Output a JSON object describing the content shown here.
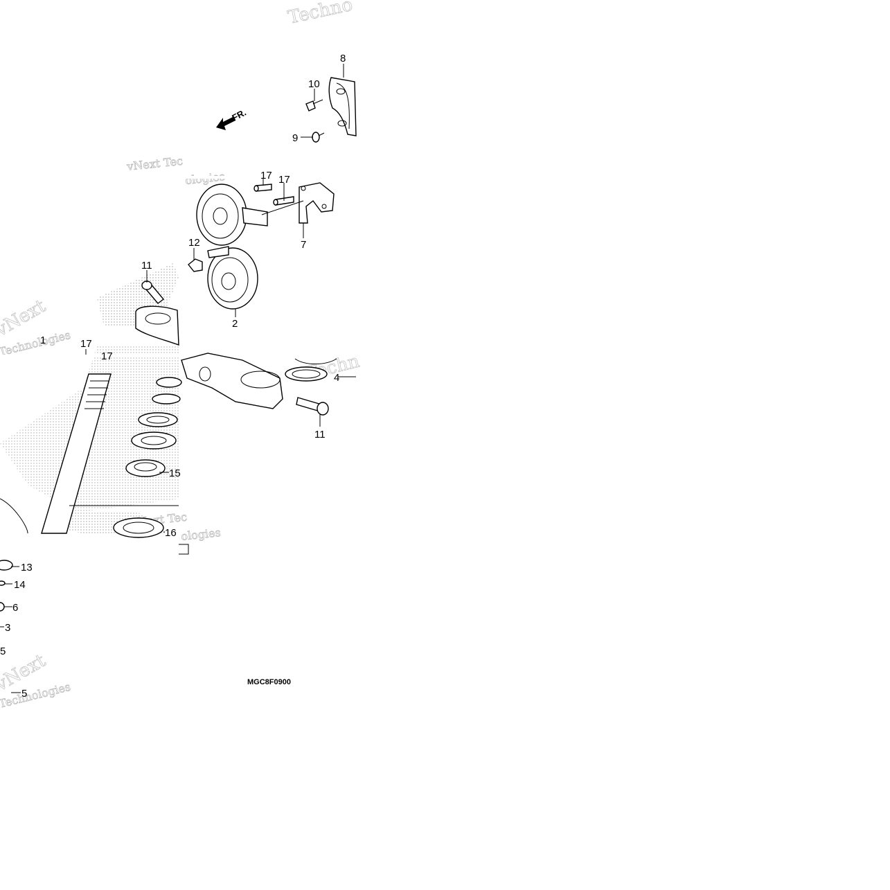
{
  "diagram": {
    "code": "MGC8F0900",
    "direction_label": "FR.",
    "callouts": {
      "c8": "8",
      "c10": "10",
      "c9": "9",
      "c17a": "17",
      "c17b": "17",
      "c7": "7",
      "c12": "12",
      "c11a": "11",
      "c2": "2",
      "c1": "1",
      "c17c": "17",
      "c17d": "17",
      "c4": "4",
      "c11b": "11",
      "c15": "15",
      "c16": "16",
      "c13": "13",
      "c14": "14",
      "c6": "6",
      "c3": "3",
      "c5a": "5",
      "c5b": "5"
    },
    "watermarks": {
      "w1": "Techno",
      "w2": "vNext Tec",
      "w3": "ologies",
      "w4": "vNext",
      "w5": "Technologies",
      "w6": "vNext Tec",
      "w7": "ologies",
      "w8": "Technologies",
      "w9": "vNext",
      "w10": "Techn"
    }
  }
}
